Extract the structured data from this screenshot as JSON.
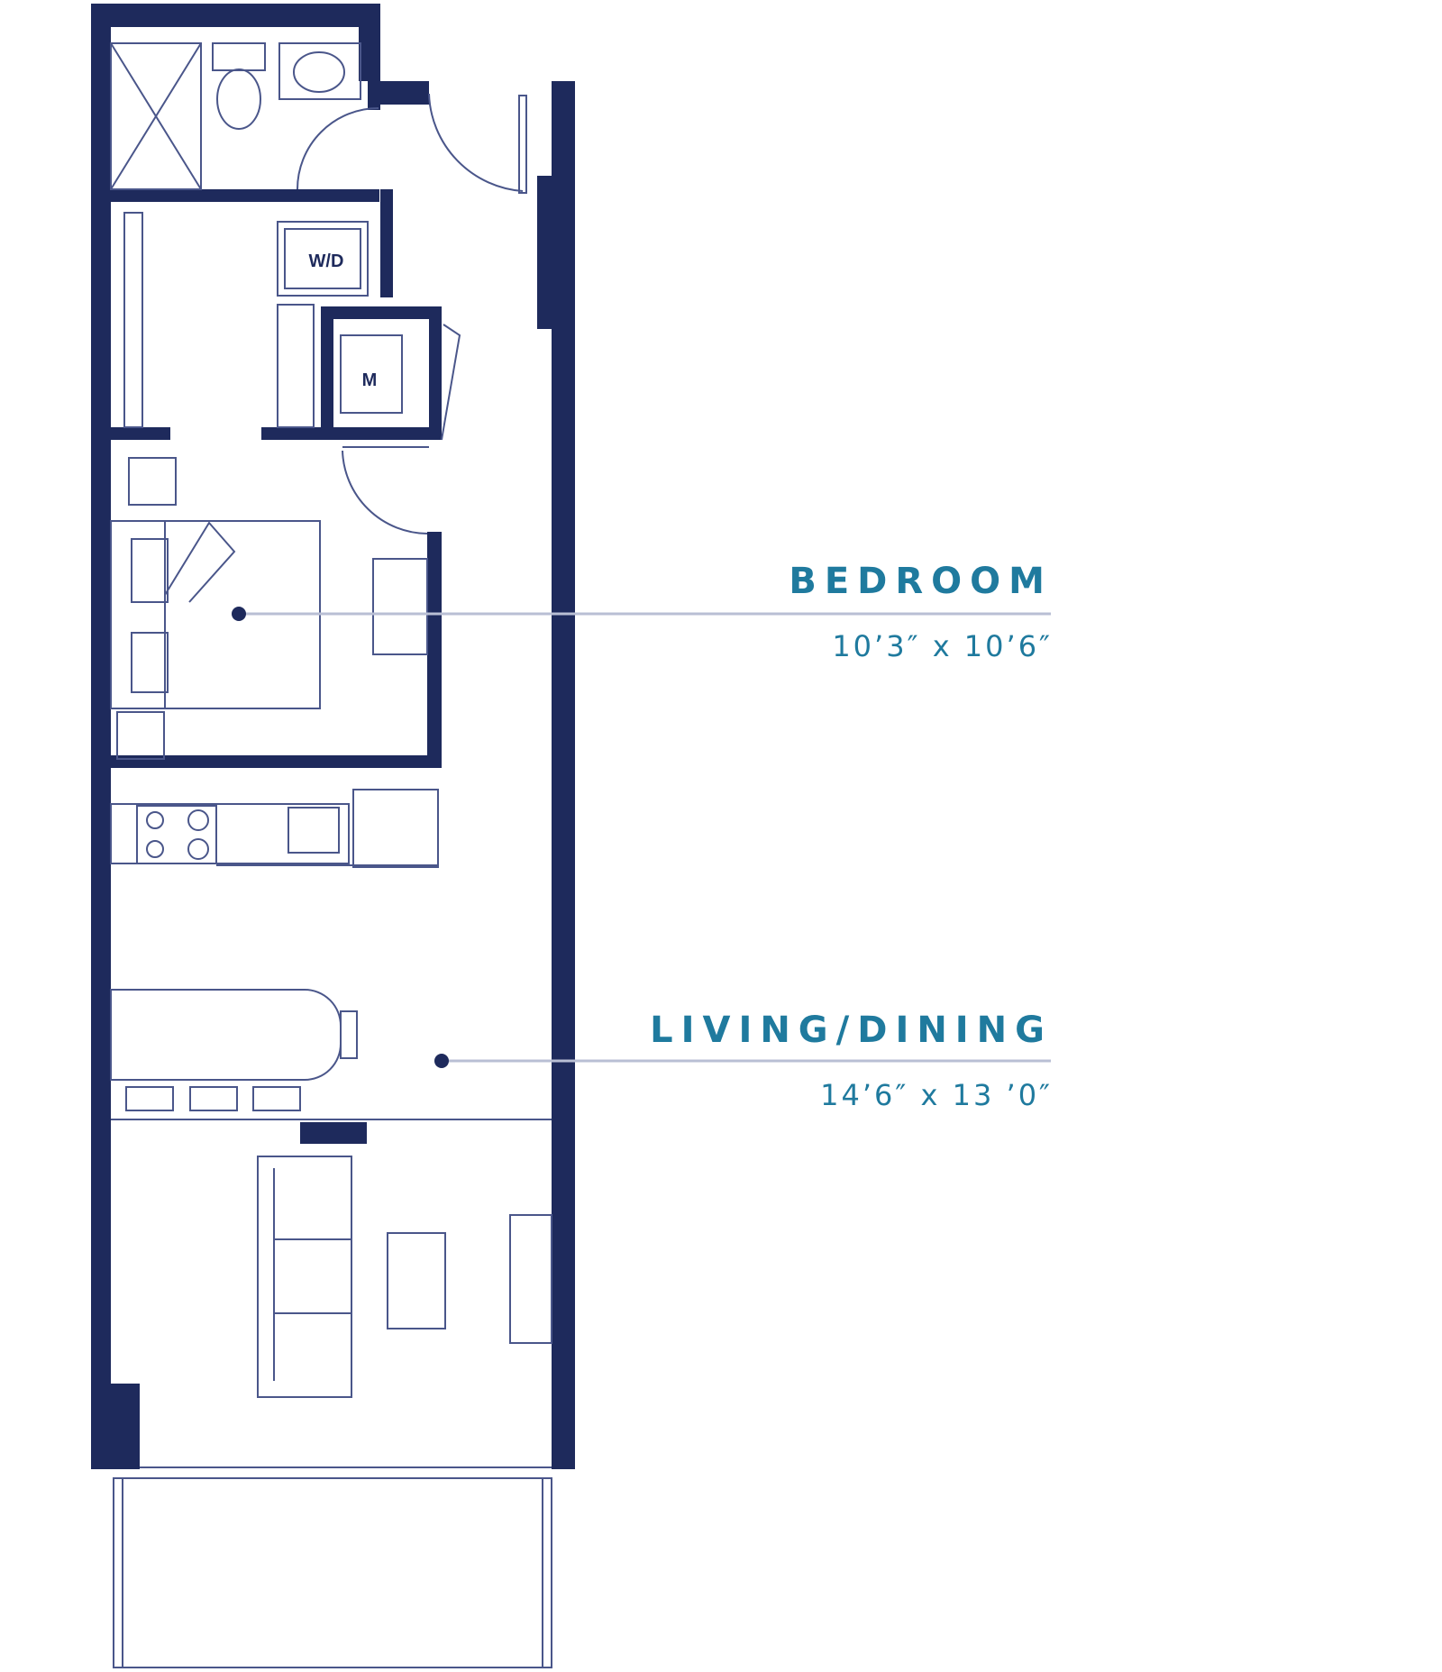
{
  "colors": {
    "wall": "#1e2a5c",
    "fixture": "#4a568a",
    "label_accent": "#1f7a9e",
    "leader_line": "#b9bfd4",
    "background": "#ffffff"
  },
  "fixtures": {
    "washer_dryer": "W/D",
    "mechanical": "M"
  },
  "rooms": [
    {
      "name": "BEDROOM",
      "dimensions": "10’3″ x 10’6″"
    },
    {
      "name": "LIVING/DINING",
      "dimensions": "14’6″ x 13 ’0″"
    }
  ]
}
